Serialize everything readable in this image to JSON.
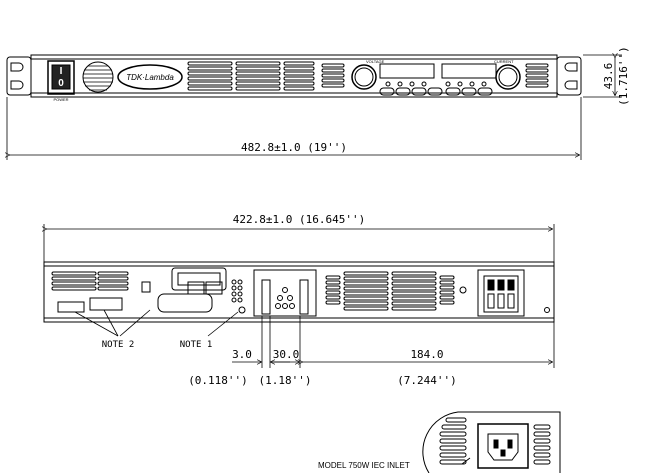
{
  "front": {
    "brand": "TDK·Lambda",
    "power_label": "POWER",
    "switch_on": "I",
    "switch_off": "0",
    "voltage_label": "VOLTAGE",
    "current_label": "CURRENT",
    "width_dim": "482.8±1.0 (19'')",
    "height_dim": "43.6",
    "height_dim_in": "(1.716'')"
  },
  "rear": {
    "width_dim": "422.8±1.0 (16.645'')",
    "note2": "NOTE 2",
    "note1": "NOTE 1",
    "dim_a": "3.0",
    "dim_a_in": "(0.118'')",
    "dim_b": "30.0",
    "dim_b_in": "(1.18'')",
    "dim_c": "184.0",
    "dim_c_in": "(7.244'')"
  },
  "inlet": {
    "label": "MODEL 750W IEC INLET"
  }
}
